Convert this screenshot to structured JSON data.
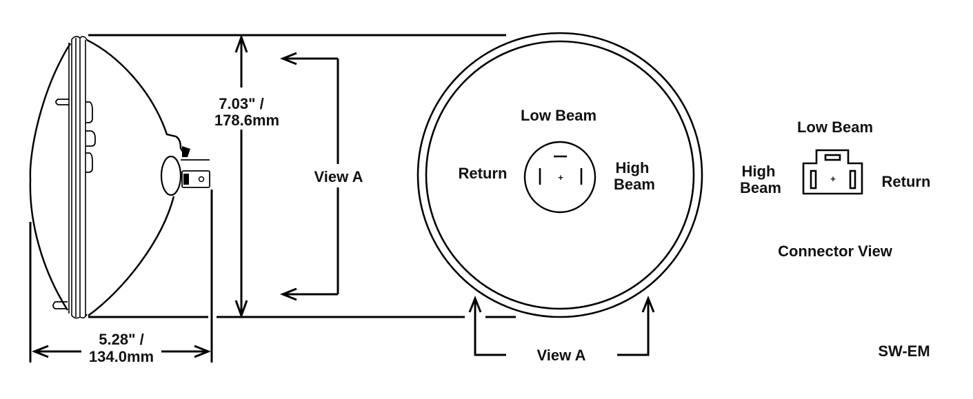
{
  "diagram": {
    "id_code": "SW-EM",
    "colors": {
      "line": "#000000",
      "text": "#111111",
      "background": "#ffffff"
    },
    "side_view": {
      "height_dimension": {
        "line1": "7.03\" /",
        "line2": "178.6mm"
      },
      "depth_dimension": {
        "line1": "5.28\" /",
        "line2": "134.0mm"
      },
      "view_marker": "View A"
    },
    "front_view": {
      "view_marker": "View A",
      "terminals": {
        "top": "Low Beam",
        "left": "Return",
        "right_line1": "High",
        "right_line2": "Beam"
      },
      "center_symbol": "+"
    },
    "connector_view": {
      "title": "Connector View",
      "terminals": {
        "top": "Low Beam",
        "left_line1": "High",
        "left_line2": "Beam",
        "right": "Return"
      },
      "center_symbol": "+"
    }
  }
}
